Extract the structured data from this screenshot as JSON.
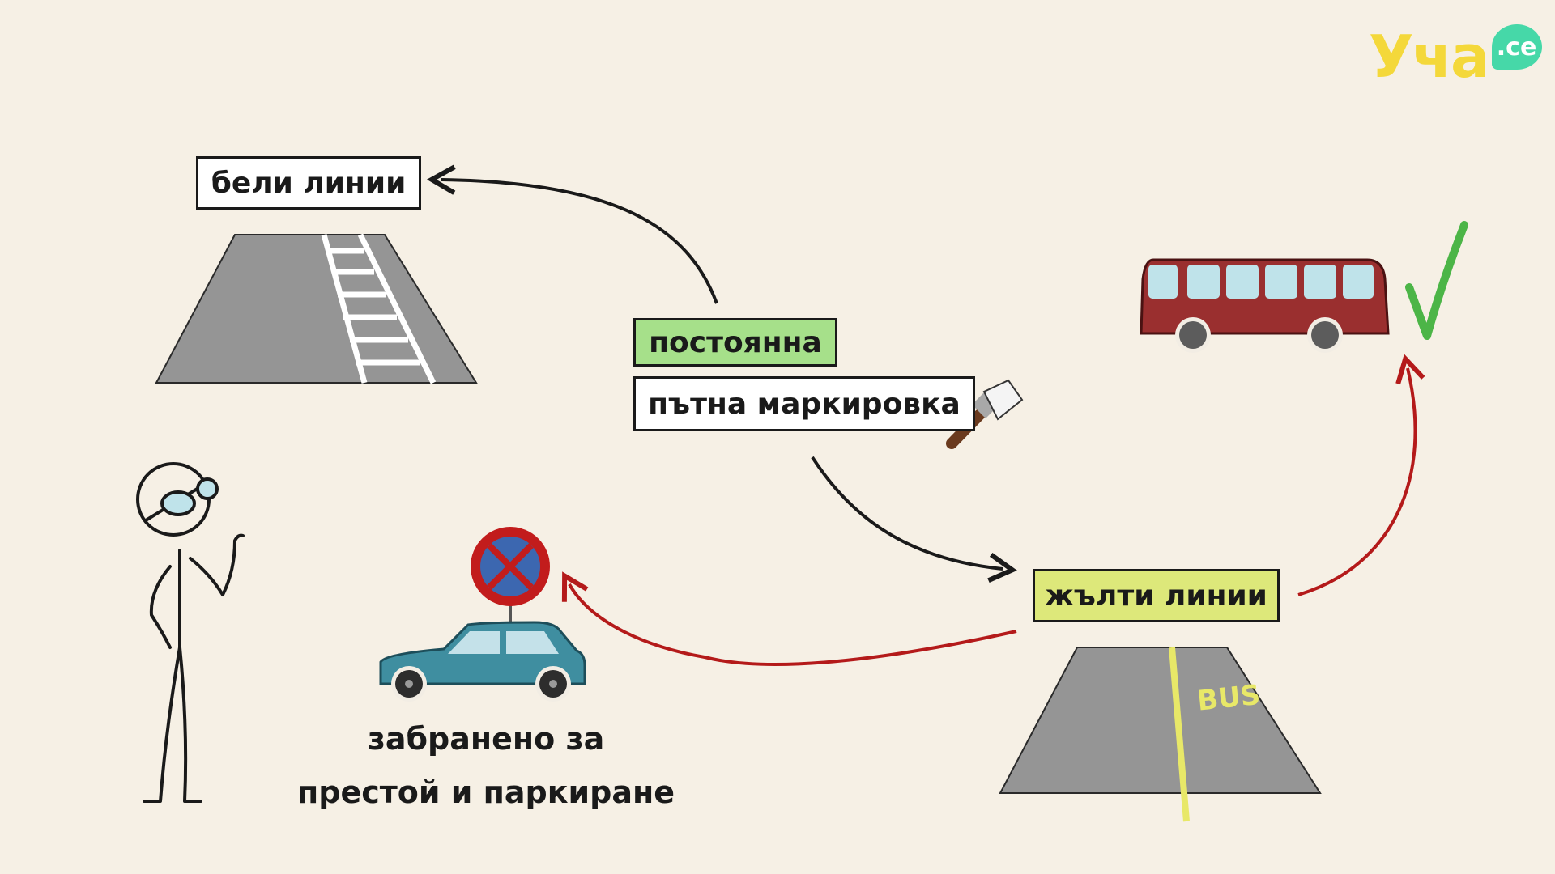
{
  "logo": {
    "word": "Уча",
    "badge": ".се"
  },
  "labels": {
    "white_lines": "бели линии",
    "permanent": "постоянна",
    "road_marking": "пътна маркировка",
    "yellow_lines": "жълти линии"
  },
  "caption": {
    "line1": "забранено за",
    "line2": "престой и паркиране"
  },
  "road_text": "BUS",
  "colors": {
    "background": "#f6f0e5",
    "road": "#959595",
    "label_green": "#a6e08a",
    "label_yellow": "#dde87a",
    "bus_red": "#9a2f2f",
    "car_teal": "#3f8ea0",
    "arrow_red": "#b41a1a",
    "check_green": "#4cb547",
    "sign_blue": "#3c67b0",
    "sign_red": "#c21c1c"
  },
  "icons": [
    "road-icon",
    "bus-icon",
    "check-icon",
    "car-icon",
    "no-parking-sign-icon",
    "brush-icon",
    "stick-figure-icon"
  ]
}
